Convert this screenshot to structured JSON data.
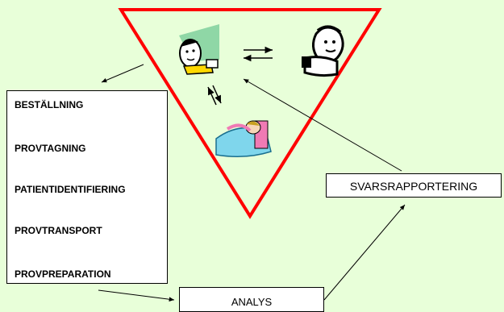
{
  "steps": [
    "BESTÄLLNING",
    "PROVTAGNING",
    "PATIENTIDENTIFIERING",
    "PROVTRANSPORT",
    "PROVPREPARATION"
  ],
  "analys": "ANALYS",
  "svarsrapportering": "SVARSRAPPORTERING",
  "colors": {
    "background": "#e8ffd9",
    "triangle": "#ff0000",
    "box": "#ffffff"
  },
  "icons": [
    "doctor-icon",
    "lab-person-icon",
    "patient-in-bed-icon",
    "exchange-arrows-icon"
  ]
}
